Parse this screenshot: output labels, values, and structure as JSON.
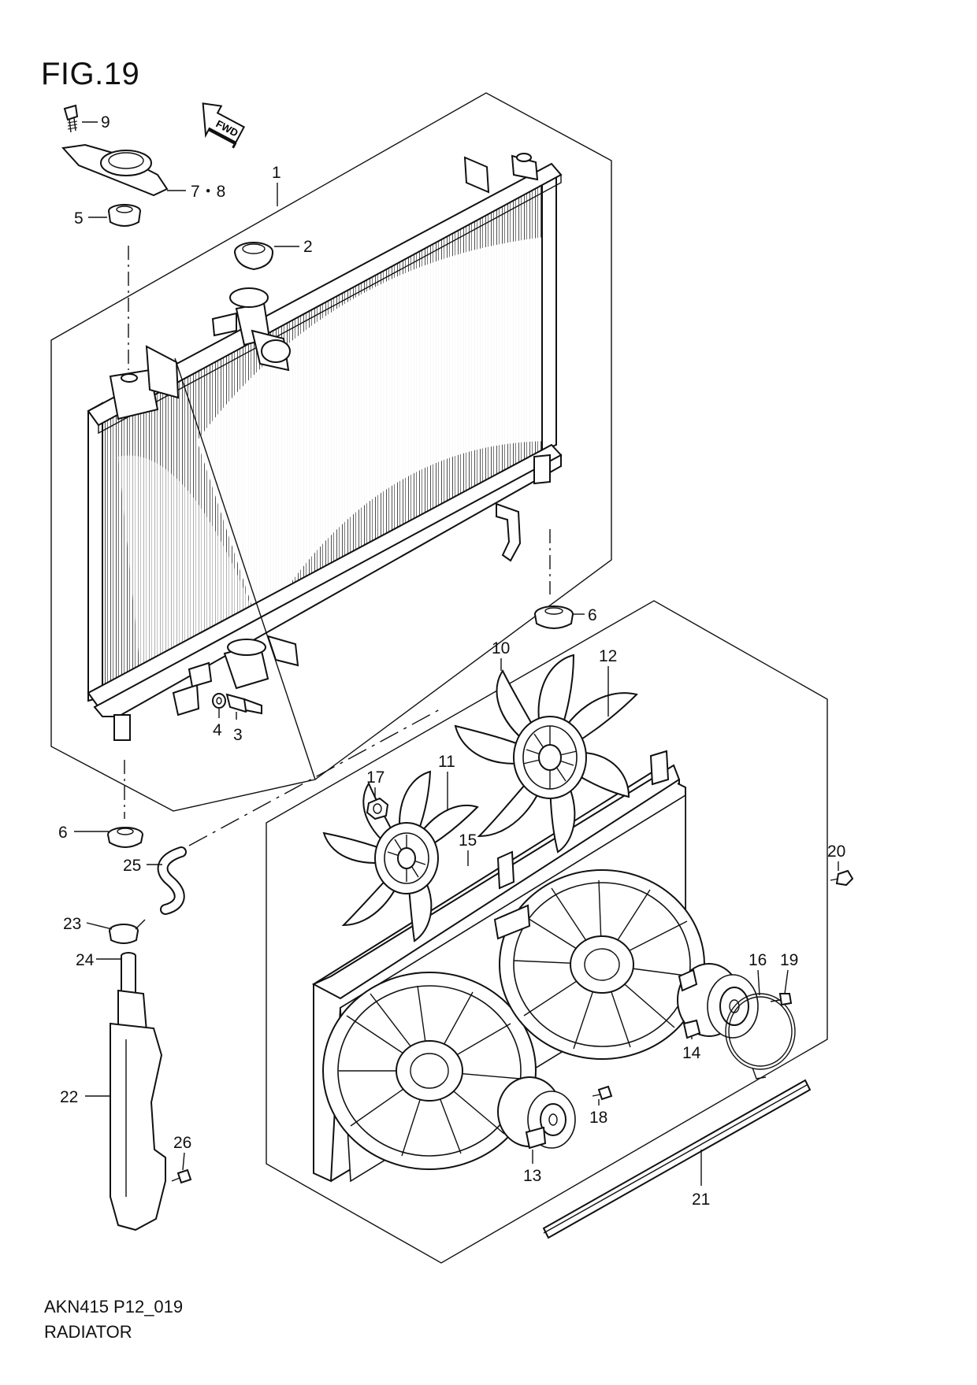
{
  "figure": {
    "title": "FIG.19"
  },
  "footer": {
    "code": "AKN415 P12_019",
    "name": "RADIATOR"
  },
  "fwd_label": "FWD",
  "callouts": [
    {
      "label": "9"
    },
    {
      "label": "7・8"
    },
    {
      "label": "5"
    },
    {
      "label": "1"
    },
    {
      "label": "2"
    },
    {
      "label": "6"
    },
    {
      "label": "4"
    },
    {
      "label": "3"
    },
    {
      "label": "6"
    },
    {
      "label": "10"
    },
    {
      "label": "12"
    },
    {
      "label": "17"
    },
    {
      "label": "11"
    },
    {
      "label": "15"
    },
    {
      "label": "20"
    },
    {
      "label": "25"
    },
    {
      "label": "23"
    },
    {
      "label": "24"
    },
    {
      "label": "16"
    },
    {
      "label": "19"
    },
    {
      "label": "14"
    },
    {
      "label": "22"
    },
    {
      "label": "18"
    },
    {
      "label": "26"
    },
    {
      "label": "13"
    },
    {
      "label": "21"
    }
  ]
}
